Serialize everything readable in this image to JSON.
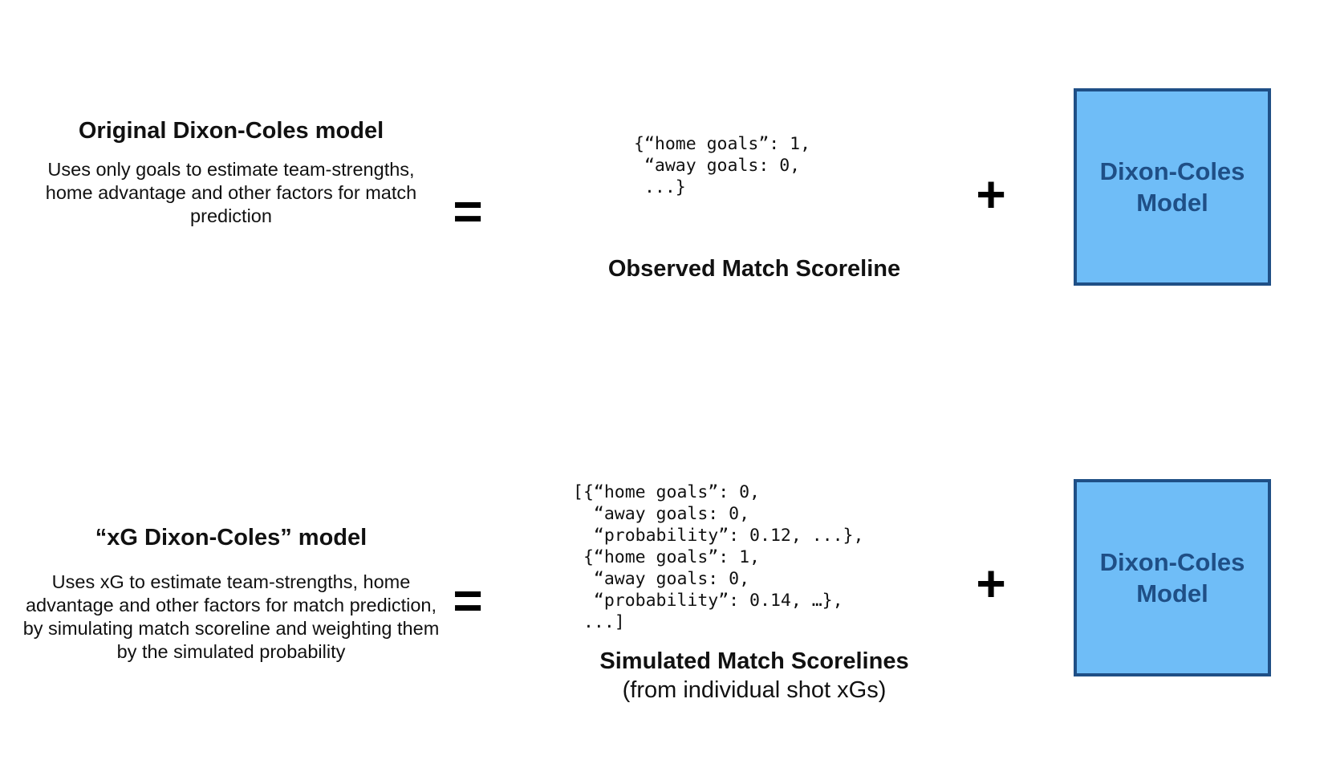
{
  "rows": [
    {
      "title": "Original Dixon-Coles model",
      "description": "Uses only goals to estimate team-strengths, home advantage and other factors for match prediction",
      "equals": "=",
      "code": "{“home goals”: 1,\n “away goals: 0,\n ...}",
      "caption": "Observed Match Scoreline",
      "caption_sub": "",
      "plus": "+",
      "box_label": "Dixon-Coles\nModel"
    },
    {
      "title": "“xG Dixon-Coles” model",
      "description": "Uses xG to estimate team-strengths, home advantage and other factors for match prediction, by simulating match scoreline and weighting them by the simulated probability",
      "equals": "=",
      "code": "[{“home goals”: 0,\n  “away goals: 0,\n  “probability”: 0.12, ...},\n {“home goals”: 1,\n  “away goals: 0,\n  “probability”: 0.14, …},\n ...]",
      "caption": "Simulated Match Scorelines",
      "caption_sub": "(from individual shot xGs)",
      "plus": "+",
      "box_label": "Dixon-Coles\nModel"
    }
  ],
  "colors": {
    "box_fill": "#6fbdf7",
    "box_border": "#1f4f86",
    "box_text": "#1f4f86",
    "text": "#111111"
  }
}
